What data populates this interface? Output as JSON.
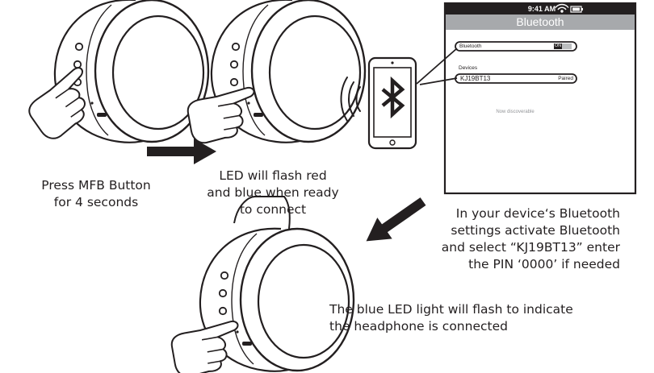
{
  "steps": {
    "step1": {
      "line1": "Press MFB Button",
      "line2": "for 4 seconds"
    },
    "step2": {
      "line1": "LED will flash red",
      "line2": "and blue when ready",
      "line3": "to connect"
    },
    "step3": {
      "line1": "In your device‘s Bluetooth",
      "line2": "settings activate Bluetooth",
      "line3": "and select “KJ19BT13” enter",
      "line4": "the PIN ‘0000’ if needed"
    },
    "step4": {
      "line1": "The blue LED light will flash to indicate",
      "line2": "the headphone is connected"
    }
  },
  "phone_screen": {
    "time": "9:41 AM",
    "title": "Bluetooth",
    "bluetooth_label": "Bluetooth",
    "bluetooth_toggle": "ON",
    "devices_header": "Devices",
    "device_name": "KJ19BT13",
    "device_status": "Paired",
    "discoverable_text": "Now discoverable"
  },
  "icons": [
    "headphone-icon",
    "hand-icon",
    "arrow-icon",
    "smartphone-icon",
    "bluetooth-icon",
    "signal-waves-icon",
    "wifi-icon",
    "battery-icon"
  ]
}
